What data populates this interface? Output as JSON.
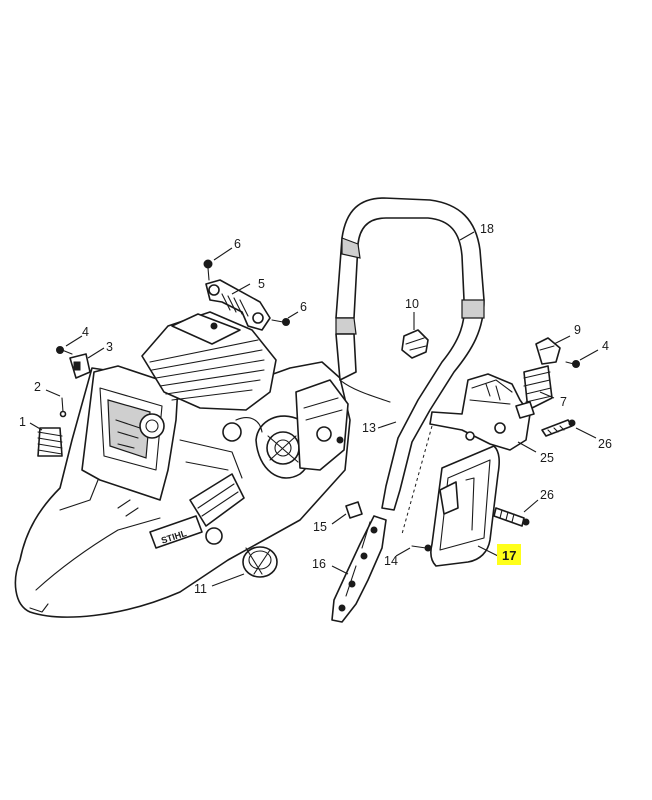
{
  "callouts": {
    "c1": "1",
    "c2": "2",
    "c3": "3",
    "c4a": "4",
    "c4b": "4",
    "c5": "5",
    "c6a": "6",
    "c6b": "6",
    "c7": "7",
    "c9": "9",
    "c10": "10",
    "c11": "11",
    "c13": "13",
    "c14": "14",
    "c15": "15",
    "c16": "16",
    "c17": "17",
    "c18": "18",
    "c25": "25",
    "c26a": "26",
    "c26b": "26"
  },
  "colors": {
    "highlight": "#ffff1a",
    "line": "#1a1a1a"
  },
  "highlighted_part": "17"
}
